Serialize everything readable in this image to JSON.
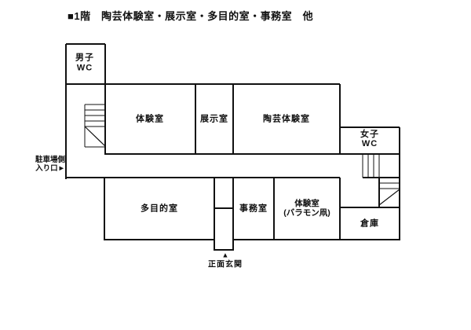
{
  "title": "■1階　陶芸体験室・展示室・多目的室・事務室　他",
  "line_color": "#111111",
  "rooms": {
    "mens_wc": "男子\nWC",
    "taiken": "体験室",
    "tenji": "展示室",
    "tougei_taiken": "陶芸体験室",
    "womens_wc": "女子\nWC",
    "tamokuteki": "多目的室",
    "jimushitsu": "事務室",
    "taiken_baramon": "体験室\n(バラモン凧)",
    "souko": "倉庫"
  },
  "annotations": {
    "parking_entrance": "駐車場側\n入り口►",
    "entrance_marker": "▲",
    "main_entrance": "正面玄関"
  },
  "floor_plan": {
    "wall_width": 2,
    "stair_line_width": 1.2,
    "walls": [
      [
        84,
        56,
        134,
        56,
        2
      ],
      [
        84,
        56,
        84,
        228,
        2
      ],
      [
        134,
        56,
        134,
        197,
        2
      ],
      [
        84,
        107,
        433,
        107,
        2
      ],
      [
        249,
        108,
        249,
        196,
        2
      ],
      [
        297,
        108,
        297,
        196,
        2
      ],
      [
        433,
        107,
        433,
        196,
        2
      ],
      [
        134,
        196,
        509,
        196,
        2
      ],
      [
        433,
        162,
        509,
        162,
        2
      ],
      [
        509,
        162,
        509,
        306,
        2
      ],
      [
        84,
        226,
        433,
        226,
        2
      ],
      [
        462,
        226,
        509,
        226,
        2
      ],
      [
        133,
        226,
        133,
        306,
        2
      ],
      [
        133,
        305,
        273,
        305,
        2
      ],
      [
        273,
        226,
        273,
        319,
        2
      ],
      [
        297,
        226,
        297,
        319,
        2
      ],
      [
        273,
        318,
        297,
        318,
        2
      ],
      [
        273,
        265,
        297,
        265,
        2
      ],
      [
        297,
        305,
        509,
        305,
        2
      ],
      [
        349,
        226,
        349,
        306,
        2
      ],
      [
        433,
        226,
        433,
        306,
        2
      ],
      [
        433,
        264,
        509,
        264,
        2
      ],
      [
        483,
        226,
        483,
        264,
        2
      ],
      [
        108,
        133,
        108,
        187,
        1.2
      ],
      [
        108,
        133,
        134,
        133,
        1.2
      ],
      [
        108,
        187,
        134,
        187,
        1.2
      ],
      [
        108,
        140,
        134,
        140,
        1.2
      ],
      [
        108,
        147,
        134,
        147,
        1.2
      ],
      [
        108,
        154,
        134,
        154,
        1.2
      ],
      [
        108,
        161,
        134,
        161,
        1.2
      ],
      [
        108,
        161,
        134,
        186,
        1.2
      ],
      [
        462,
        196,
        462,
        226,
        1.2
      ],
      [
        469,
        196,
        469,
        226,
        1.2
      ],
      [
        476,
        196,
        476,
        226,
        1.2
      ],
      [
        483,
        196,
        483,
        226,
        1.2
      ],
      [
        483,
        233,
        509,
        233,
        1.2
      ],
      [
        483,
        240,
        509,
        240,
        1.2
      ],
      [
        483,
        261,
        509,
        241,
        1.2
      ]
    ]
  }
}
